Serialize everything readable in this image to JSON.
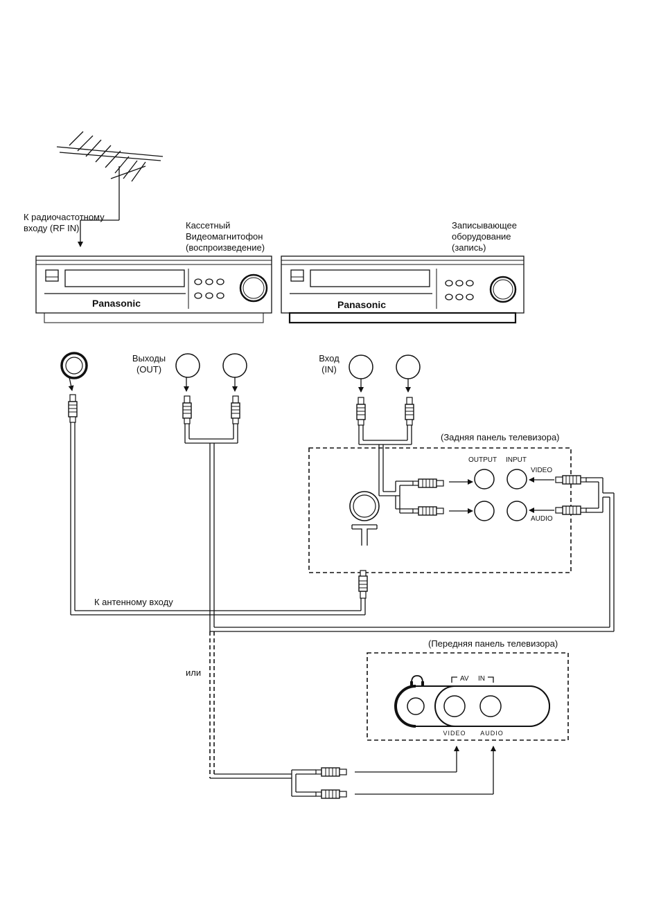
{
  "labels": {
    "rf_in": [
      "К радиочастотному",
      "входу (RF IN)"
    ],
    "vcr_playback": [
      "Кассетный",
      "Видеомагнитофон",
      "(воспроизведение)"
    ],
    "recorder": [
      "Записывающее",
      "оборудование",
      "(запись)"
    ],
    "outputs": [
      "Выходы",
      "(OUT)"
    ],
    "inputs": [
      "Вход",
      "(IN)"
    ],
    "tv_rear_panel": "(Задняя панель телевизора)",
    "tv_front_panel": "(Передняя панель телевизора)",
    "antenna_input": "К антенному входу",
    "or": "или",
    "output": "OUTPUT",
    "input": "INPUT",
    "video": "VIDEO",
    "audio": "AUDIO",
    "front_video": "VIDEO",
    "front_audio": "AUDIO",
    "av": "AV",
    "in": "IN"
  },
  "devices": {
    "vcr1_brand": "Panasonic",
    "vcr2_brand": "Panasonic"
  }
}
